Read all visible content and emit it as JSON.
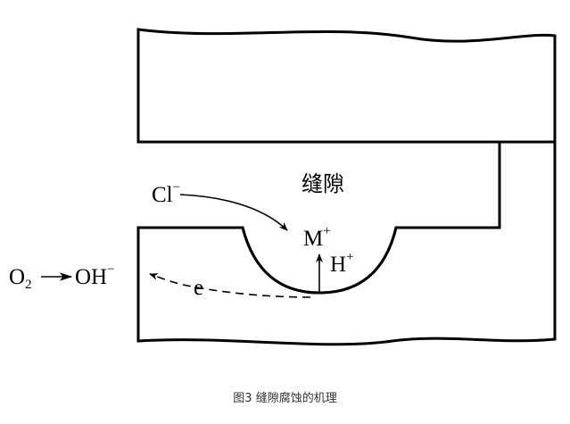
{
  "figure": {
    "gap_label": "缝隙",
    "chloride_ion": {
      "base": "Cl",
      "sup": "−"
    },
    "metal_ion": {
      "base": "M",
      "sup": "+"
    },
    "hydrogen_ion": {
      "base": "H",
      "sup": "+"
    },
    "oxygen": {
      "base": "O",
      "sub": "2"
    },
    "hydroxide": {
      "base": "OH",
      "sup": "−"
    },
    "electron": "e"
  },
  "caption": "图3 缝隙腐蚀的机理"
}
